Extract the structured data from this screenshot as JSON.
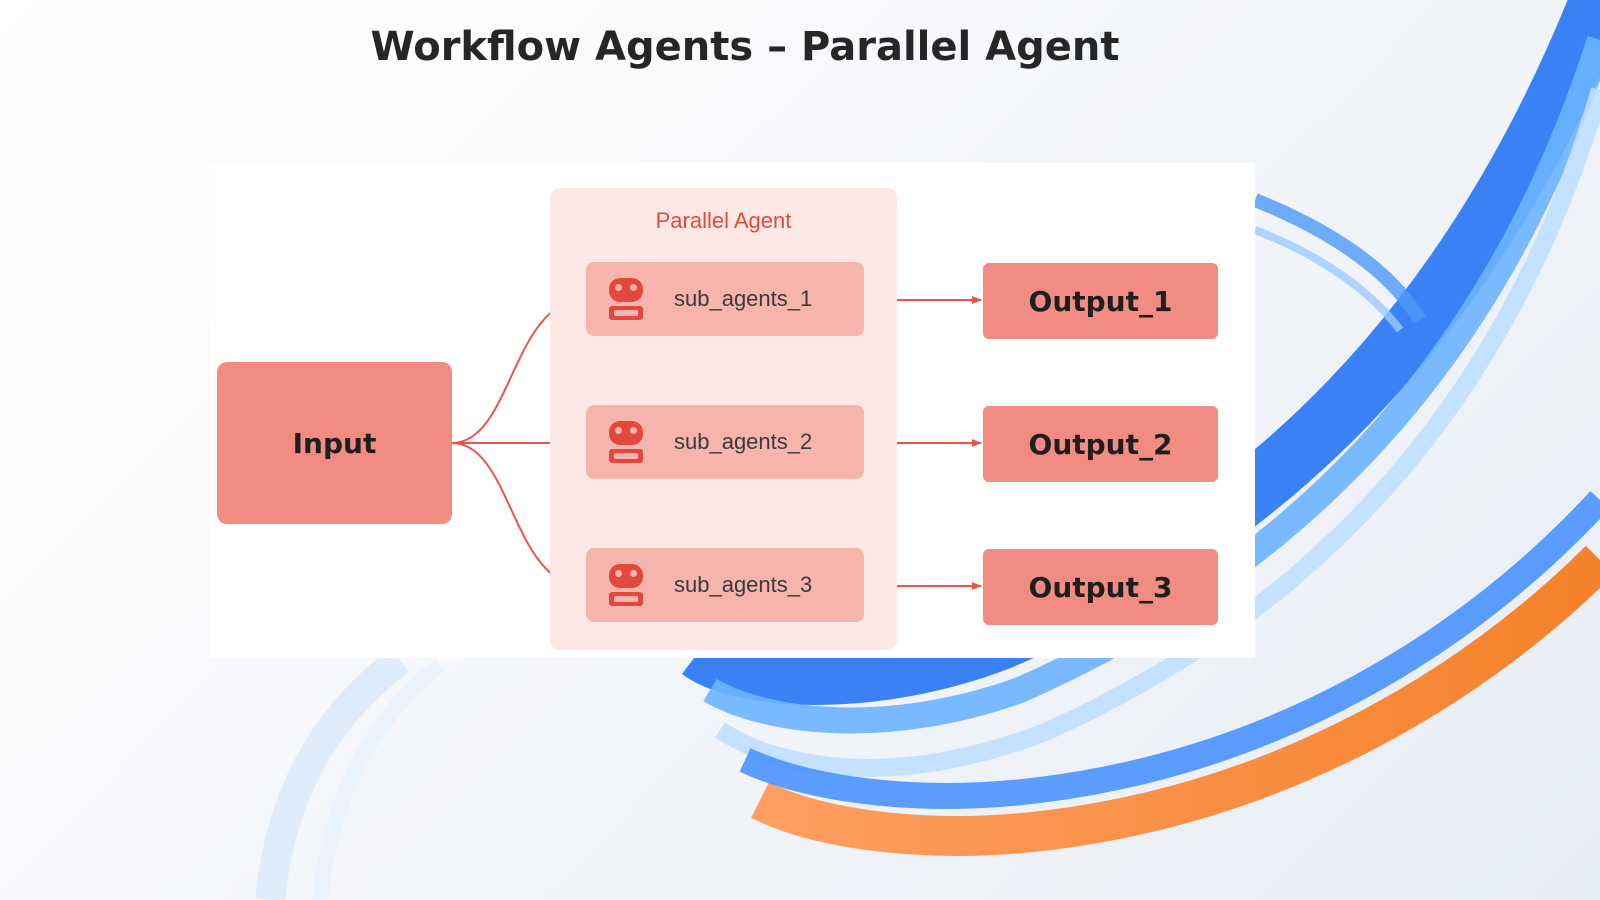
{
  "slide": {
    "title": "Workflow Agents – Parallel Agent"
  },
  "diagram": {
    "group_label": "Parallel Agent",
    "input_label": "Input",
    "sub_agents": [
      {
        "label": "sub_agents_1",
        "icon": "robot-icon"
      },
      {
        "label": "sub_agents_2",
        "icon": "robot-icon"
      },
      {
        "label": "sub_agents_3",
        "icon": "robot-icon"
      }
    ],
    "outputs": [
      "Output_1",
      "Output_2",
      "Output_3"
    ],
    "colors": {
      "node": "#f28b82",
      "sub_agent": "#f6b4ad",
      "group_bg": "#fde8e6",
      "accent": "#e2493d",
      "arrow": "#e8554b"
    }
  }
}
